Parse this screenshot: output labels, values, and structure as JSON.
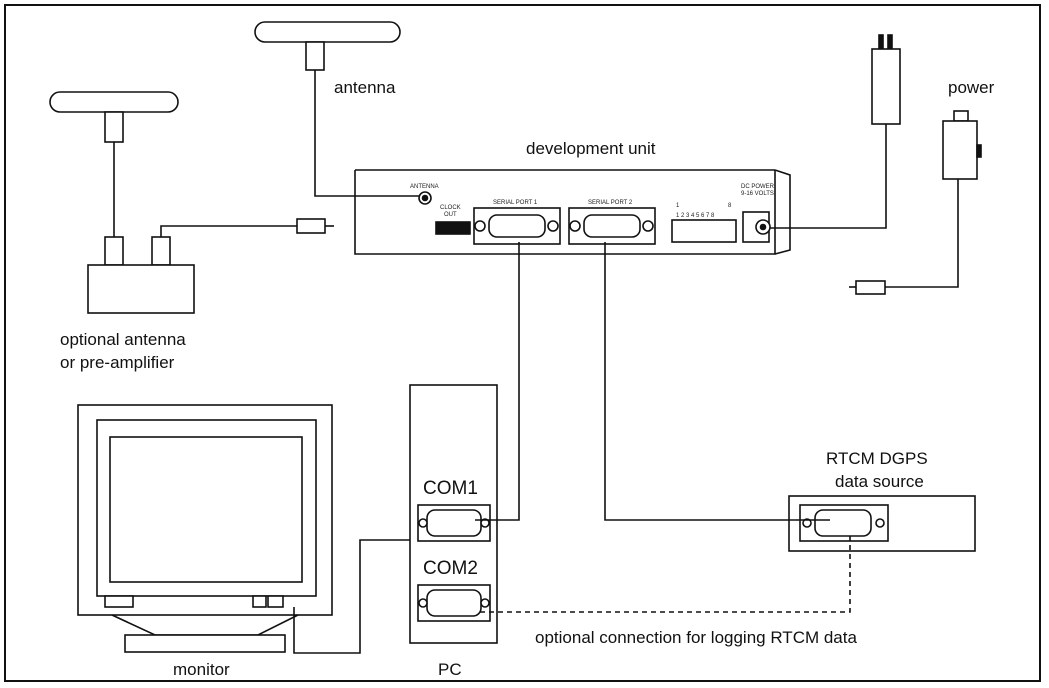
{
  "labels": {
    "antenna": "antenna",
    "development_unit": "development unit",
    "power": "power",
    "optional_antenna_line1": "optional antenna",
    "optional_antenna_line2": "or pre-amplifier",
    "rtcm_line1": "RTCM DGPS",
    "rtcm_line2": "data source",
    "com1": "COM1",
    "com2": "COM2",
    "monitor": "monitor",
    "pc": "PC",
    "optional_connection": "optional connection for logging RTCM data"
  },
  "panel_labels": {
    "antenna_port": "ANTENNA",
    "clock_out_1": "CLOCK",
    "clock_out_2": "OUT",
    "serial_port_1": "SERIAL PORT 1",
    "serial_port_2": "SERIAL PORT 2",
    "switch_first": "1",
    "switch_last": "8",
    "switch_numbers": "1 2 3 4 5 6 7 8",
    "dc_power_1": "DC POWER",
    "dc_power_2": "9-16 VOLTS"
  },
  "colors": {
    "line": "#111111",
    "background": "#ffffff"
  }
}
